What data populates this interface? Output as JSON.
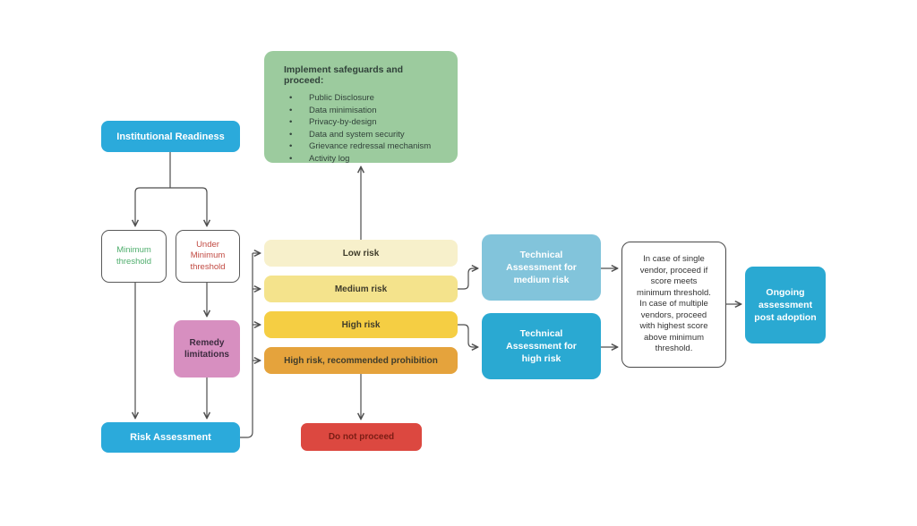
{
  "diagram": {
    "type": "flowchart",
    "background": "#ffffff",
    "colors": {
      "primary_blue": "#2BAADB",
      "secondary_blue": "#82C4DB",
      "green": "#9CCB9E",
      "pink": "#D78FC0",
      "red": "#DC4840",
      "low_risk_yellow": "#F7F0CB",
      "medium_risk_yellow": "#F4E38C",
      "high_risk_yellow": "#F5CE43",
      "prohibition_orange": "#E5A33C",
      "connector_gray": "#4d4d4d",
      "minimum_text_green": "#4FAE6D",
      "under_minimum_text_red": "#C14A42"
    },
    "nodes": {
      "institutional_readiness": {
        "label": "Institutional Readiness"
      },
      "safeguards": {
        "title": "Implement safeguards and proceed:",
        "items": [
          "Public Disclosure",
          "Data minimisation",
          "Privacy-by-design",
          "Data and system security",
          "Grievance redressal mechanism",
          "Activity log"
        ]
      },
      "minimum_threshold": {
        "label": "Minimum threshold"
      },
      "under_minimum_threshold": {
        "label": "Under Minimum threshold"
      },
      "remedy_limitations": {
        "label": "Remedy limitations"
      },
      "risk_assessment": {
        "label": "Risk Assessment"
      },
      "risk_levels": [
        {
          "label": "Low risk"
        },
        {
          "label": "Medium risk"
        },
        {
          "label": "High risk"
        },
        {
          "label": "High risk, recommended prohibition"
        }
      ],
      "do_not_proceed": {
        "label": "Do not proceed"
      },
      "technical_assessment_medium": {
        "label": "Technical Assessment for medium risk"
      },
      "technical_assessment_high": {
        "label": "Technical Assessment for high risk"
      },
      "vendor_note": {
        "text": "In case of single vendor, proceed if score meets minimum threshold. In case of multiple vendors, proceed with highest score above minimum threshold."
      },
      "ongoing_assessment": {
        "label": "Ongoing assessment post adoption"
      }
    }
  }
}
